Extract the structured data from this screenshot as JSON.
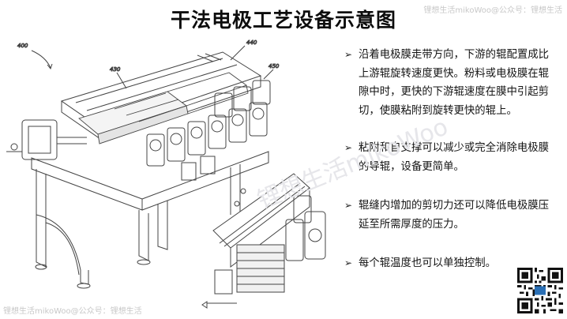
{
  "title": "干法电极工艺设备示意图",
  "watermark": {
    "top": "锂想生活mikoWoo@公众号：锂想生活",
    "bottom": "锂想生活mikoWoo@公众号：锂想生活",
    "center": "锂想生活mikoWoo"
  },
  "figure_labels": {
    "l400": "400",
    "l430": "430",
    "l440": "440",
    "l450": "450"
  },
  "bullets": [
    {
      "marker": "➢",
      "text": "沿着电极膜走带方向，下游的辊配置成比上游辊旋转速度更快。粉料或电极膜在辊隙中时，更快的下游辊速度在膜中引起剪切，使膜粘附到旋转更快的辊上。"
    },
    {
      "marker": "➢",
      "text": "粘附和自支撑可以减少或完全消除电极膜的导辊，设备更简单。"
    },
    {
      "marker": "➢",
      "text": "辊缝内增加的剪切力还可以降低电极膜压延至所需厚度的压力。"
    },
    {
      "marker": "➢",
      "text": "每个辊温度也可以单独控制。"
    }
  ],
  "colors": {
    "line": "#444444",
    "accent": "#2a6fb5"
  },
  "qr_icon": "qr-code-icon"
}
